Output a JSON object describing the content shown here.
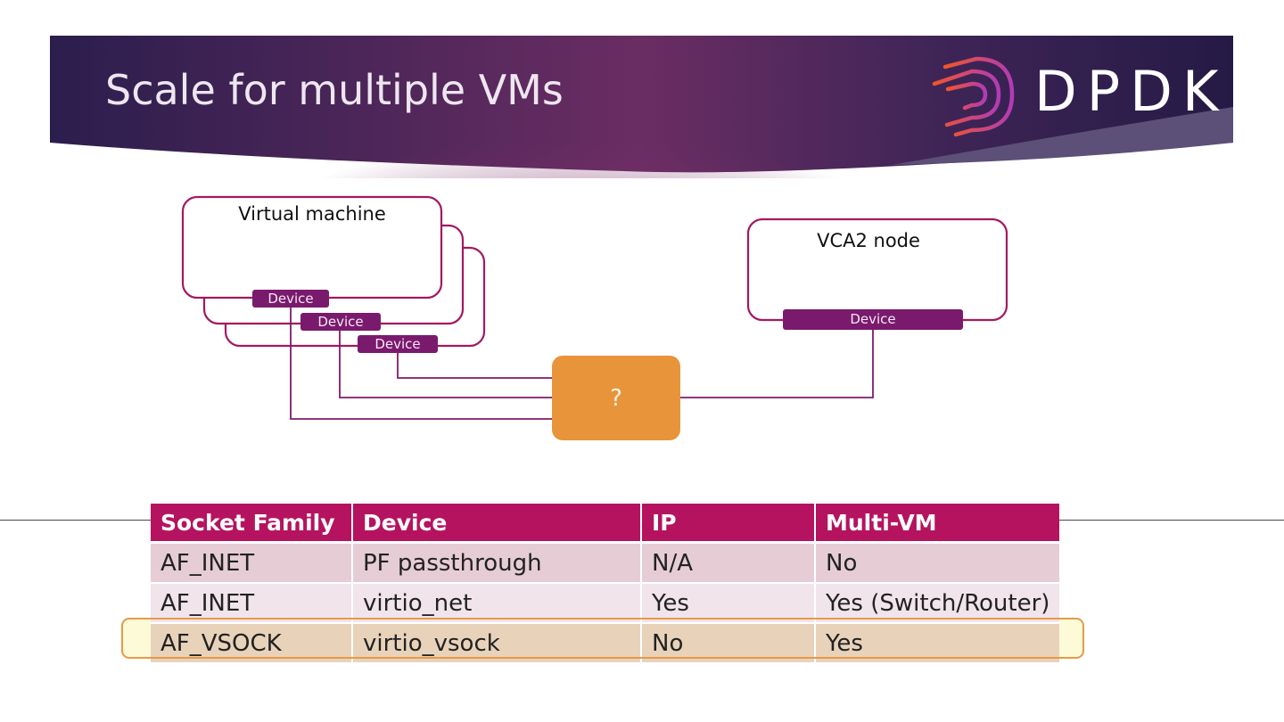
{
  "slide": {
    "title": "Scale for multiple VMs",
    "logo": {
      "icon": "dpdk-swoosh-icon",
      "text": "DPDK"
    },
    "colors": {
      "banner_dark": "#2b1e4d",
      "banner_mid": "#6a2d63",
      "accent_magenta": "#b5135f",
      "device_purple": "#7a1a6d",
      "switch_orange": "#e8943a",
      "highlight_orange": "#e59a48"
    }
  },
  "diagram": {
    "vm_stack": {
      "label": "Virtual machine",
      "devices": [
        "Device",
        "Device",
        "Device"
      ]
    },
    "switch": {
      "label": "?"
    },
    "vca_node": {
      "label": "VCA2 node",
      "device": "Device"
    }
  },
  "table": {
    "headers": [
      "Socket Family",
      "Device",
      "IP",
      "Multi-VM"
    ],
    "rows": [
      [
        "AF_INET",
        "PF passthrough",
        "N/A",
        "No"
      ],
      [
        "AF_INET",
        "virtio_net",
        "Yes",
        "Yes (Switch/Router)"
      ],
      [
        "AF_VSOCK",
        "virtio_vsock",
        "No",
        "Yes"
      ]
    ],
    "highlighted_row": 2
  }
}
